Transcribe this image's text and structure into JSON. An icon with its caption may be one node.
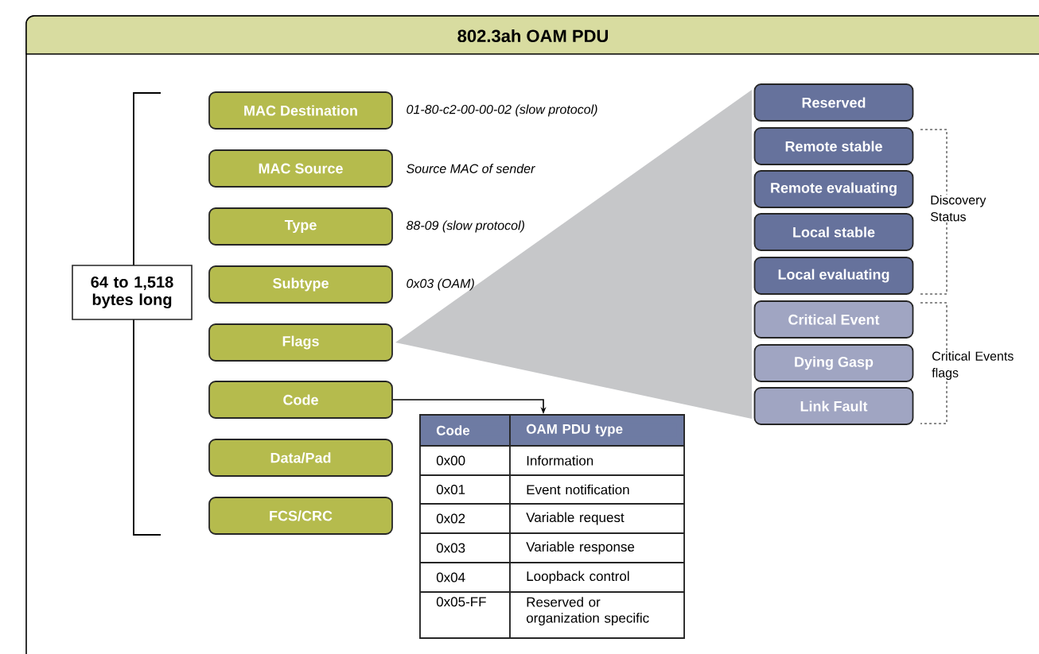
{
  "diagram": {
    "title": "802.3ah OAM PDU",
    "nodes": [
      {
        "text": [
          "MAC Destination"
        ],
        "beside": [
          "01-80-c2-00-00-02 (slow protocol)"
        ]
      },
      {
        "text": [
          "MAC Source"
        ],
        "beside": [
          "Source MAC of sender"
        ]
      },
      {
        "text": [
          "Type"
        ],
        "beside": [
          "88-09 (slow protocol)"
        ]
      },
      {
        "text": [
          "Subtype"
        ],
        "beside": [
          "0x03 (OAM)"
        ]
      },
      {
        "text": [
          "Flags"
        ]
      },
      {
        "text": [
          "Code"
        ]
      },
      {
        "text": [
          "Data/Pad"
        ]
      },
      {
        "text": [
          "FCS/CRC"
        ]
      },
      {
        "text": [
          "64 to 1,518 bytes long"
        ]
      },
      {
        "text": [
          "Reserved"
        ]
      },
      {
        "text": [
          "Remote stable"
        ]
      },
      {
        "text": [
          "Remote evaluating"
        ]
      },
      {
        "text": [
          "Local stable"
        ]
      },
      {
        "text": [
          "Local evaluating"
        ]
      },
      {
        "text": [
          "Critical Event"
        ]
      },
      {
        "text": [
          "Dying Gasp"
        ]
      },
      {
        "text": [
          "Link Fault"
        ]
      },
      {
        "text": [],
        "shape": "box"
      }
    ],
    "edges": [
      {
        "from": 5,
        "to": 17,
        "arrow": "to"
      }
    ],
    "labels": [
      "Discovery Status",
      "Critical Events flags",
      "Code",
      "OAM PDU type",
      "0x00",
      "Information",
      "0x01",
      "Event notification",
      "0x02",
      "Variable request",
      "0x03",
      "Variable response",
      "0x04",
      "Loopback control",
      "0x05-FF",
      "Reserved or organization specific"
    ]
  }
}
